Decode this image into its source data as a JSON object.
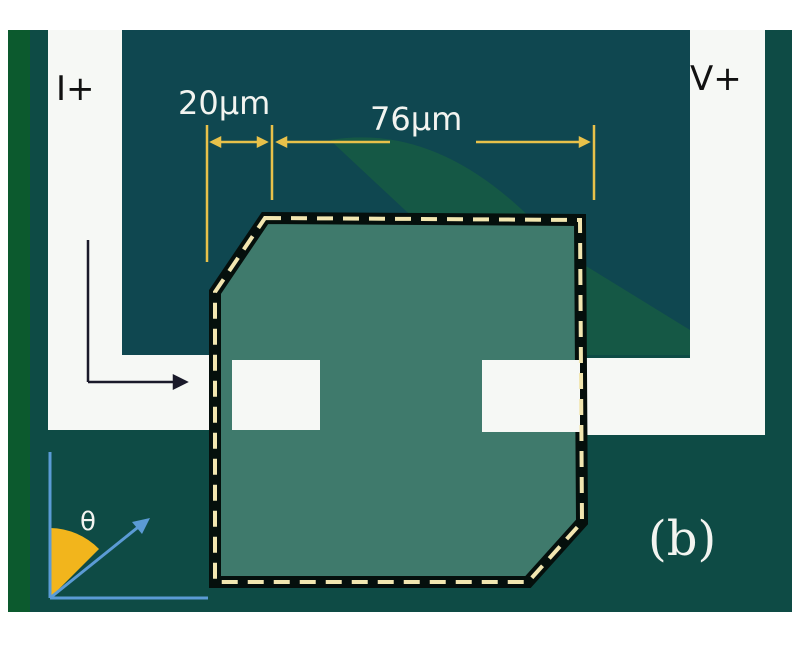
{
  "figure": {
    "panel_label": "(b)",
    "current_terminal": "I+",
    "voltage_terminal": "V+",
    "gap_dimension": "20µm",
    "channel_dimension": "76µm",
    "angle_symbol": "θ"
  },
  "colors": {
    "substrate": "#0e4b45",
    "electrode_region": "#0f4750",
    "electrode": "#f6f8f5",
    "sample": "#3f7a6c",
    "annotation_yellow": "#e8c14a",
    "axis_blue": "#5b9bd5",
    "angle_fill": "#f2b51c"
  }
}
